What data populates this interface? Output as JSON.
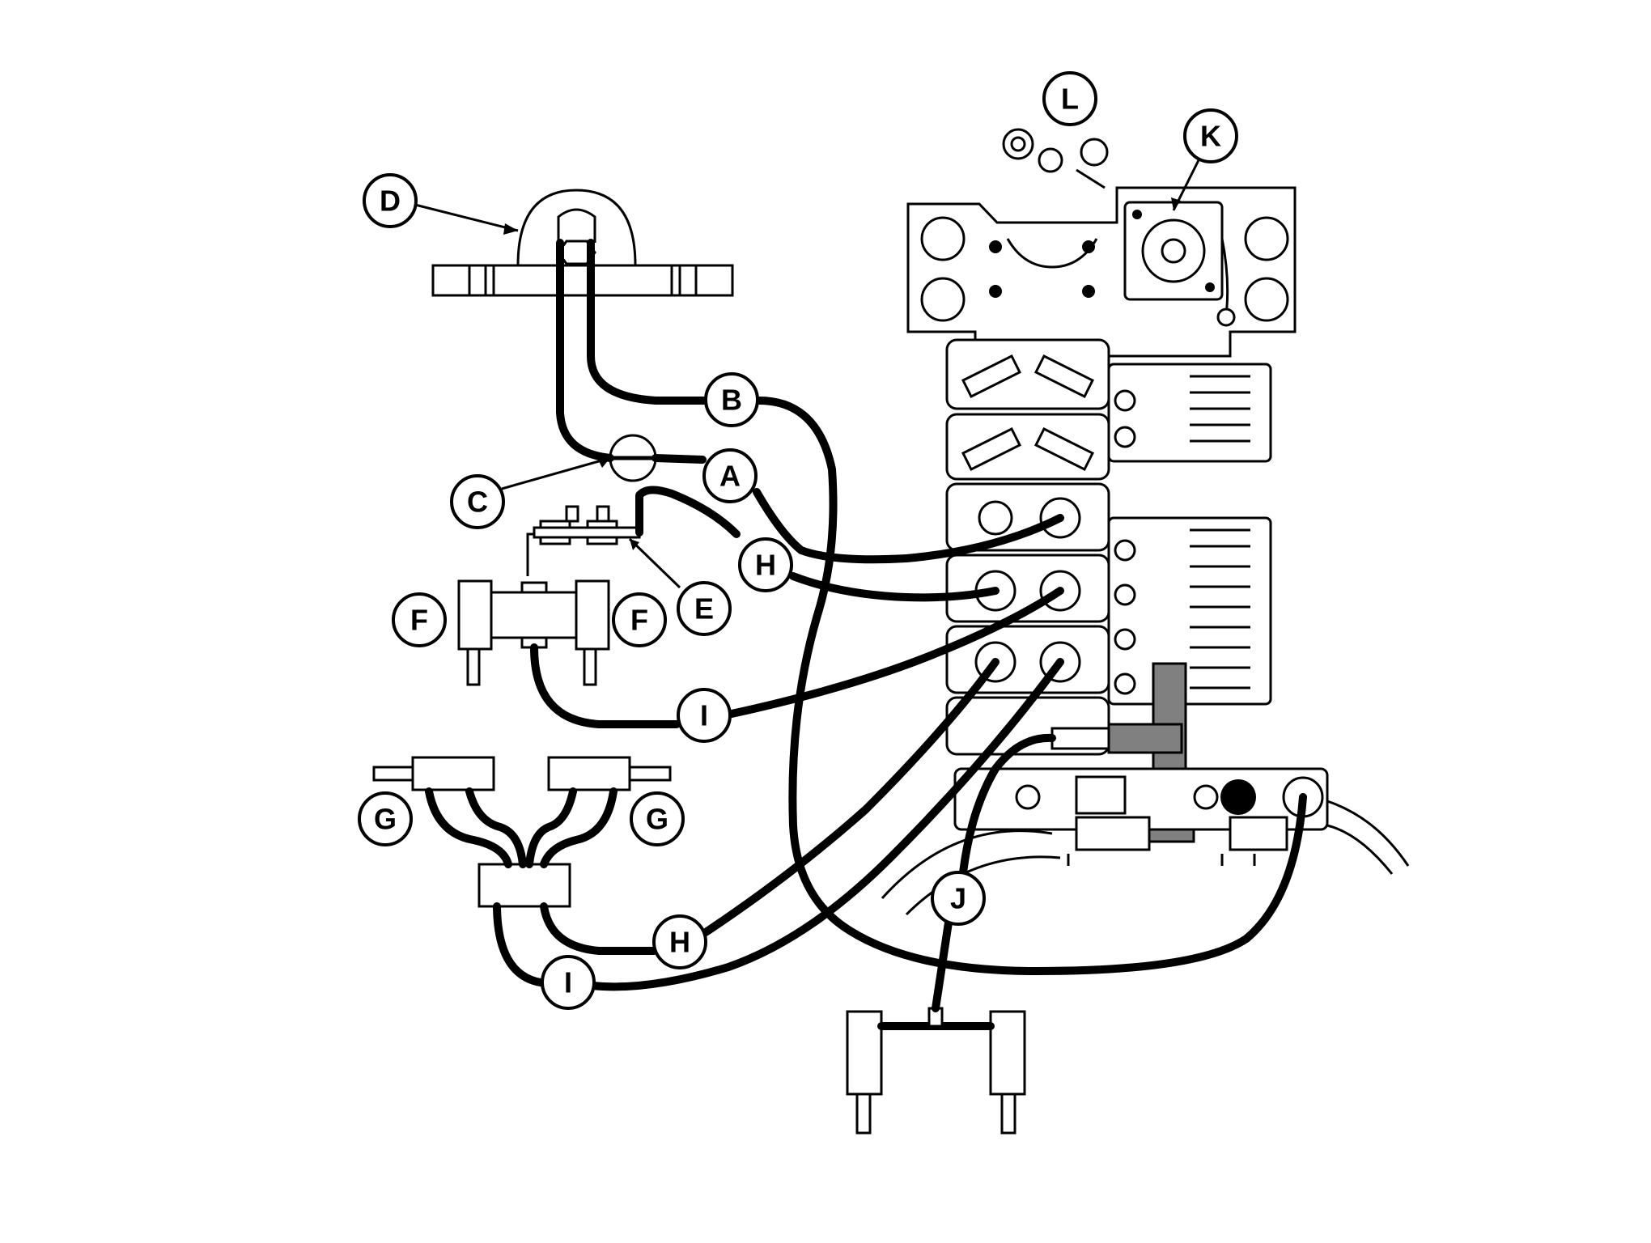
{
  "callouts": {
    "A": "A",
    "B": "B",
    "C": "C",
    "D": "D",
    "E": "E",
    "F_left": "F",
    "F_right": "F",
    "G_left": "G",
    "G_right": "G",
    "H_upper": "H",
    "H_lower": "H",
    "I_upper": "I",
    "I_lower": "I",
    "J": "J",
    "K": "K",
    "L": "L"
  },
  "colors": {
    "line": "#000000",
    "background": "#ffffff",
    "fitting_gray": "#808080"
  }
}
